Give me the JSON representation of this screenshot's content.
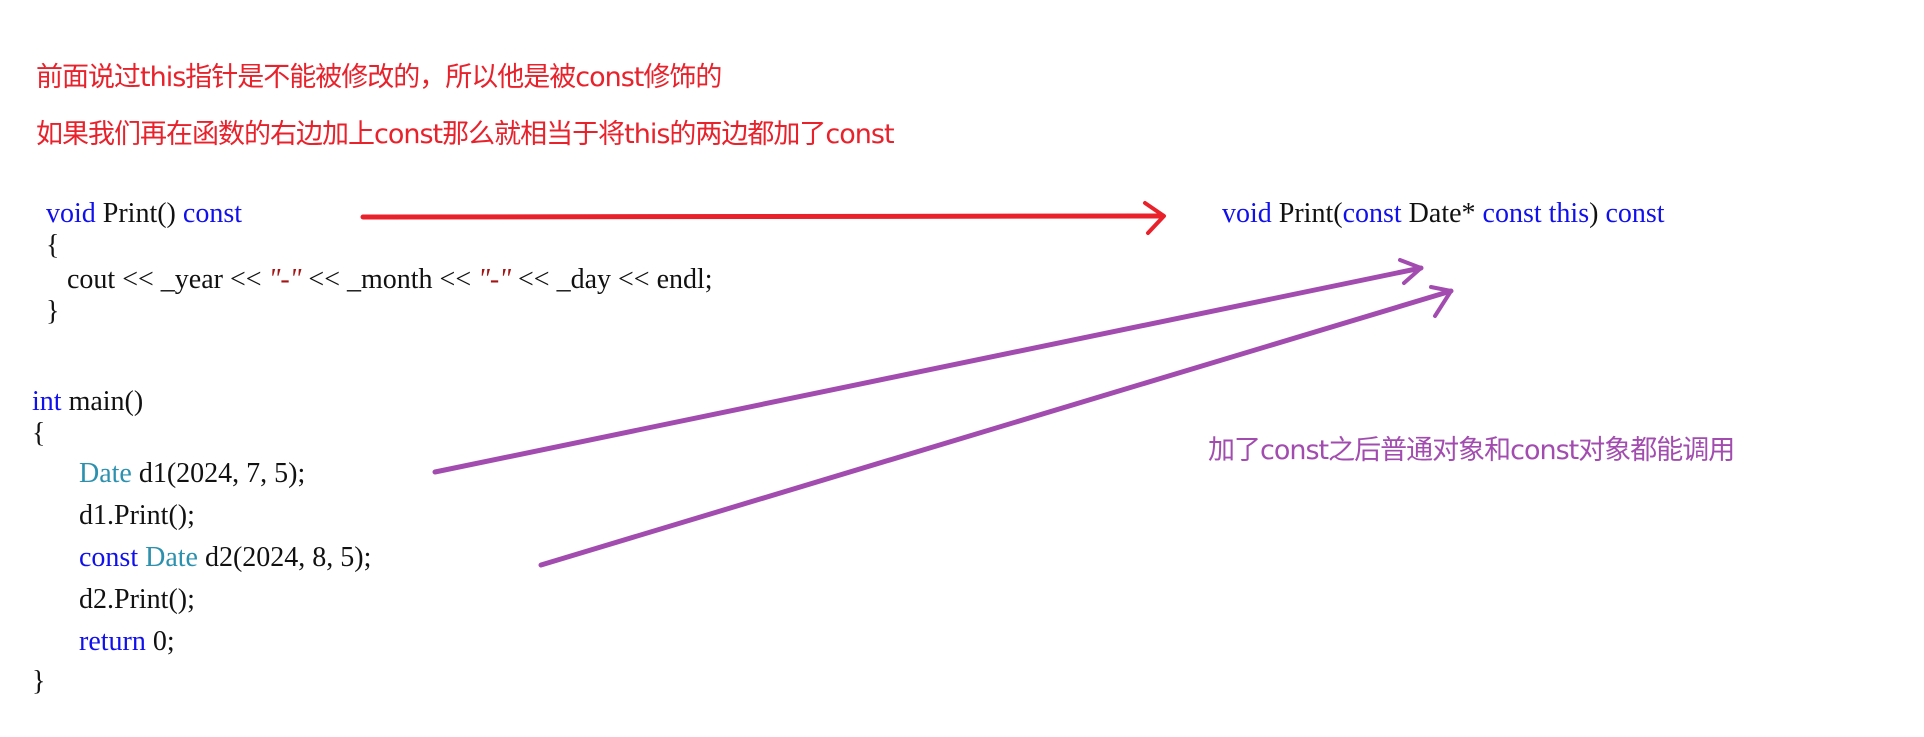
{
  "notes": {
    "line1": "前面说过this指针是不能被修改的，所以他是被const修饰的",
    "line2": "如果我们再在函数的右边加上const那么就相当于将this的两边都加了const",
    "annotation": "加了const之后普通对象和const对象都能调用"
  },
  "colors": {
    "note_red": "#e8212b",
    "annotation_purple": "#a24cb0",
    "keyword_blue": "#1010ee",
    "type_teal": "#2b91af",
    "string_red": "#a31515"
  },
  "print_func": {
    "kw_void": "void",
    "name": " Print() ",
    "kw_const": "const",
    "open_brace": "{",
    "body_cout": "   cout << _year << ",
    "str1": "\"-\"",
    "body_mid": " << _month << ",
    "str2": "\"-\"",
    "body_end": " << _day << endl;",
    "close_brace": "}"
  },
  "expanded_signature": {
    "kw_void": "void",
    "name": " Print(",
    "kw_const1": "const",
    "type": " Date* ",
    "kw_const2": "const",
    "space1": " ",
    "kw_this": "this",
    "paren": ") ",
    "kw_const3": "const"
  },
  "main_func": {
    "kw_int": "int",
    "name": " main()",
    "open_brace": "{",
    "line1_type": "Date",
    "line1_rest": " d1(2024, 7, 5);",
    "line2": "d1.Print();",
    "line3_kw": "const",
    "line3_type": "Date",
    "line3_rest": " d2(2024, 8, 5);",
    "line4": "d2.Print();",
    "line5_kw": "return",
    "line5_rest": " 0;",
    "close_brace": "}"
  }
}
